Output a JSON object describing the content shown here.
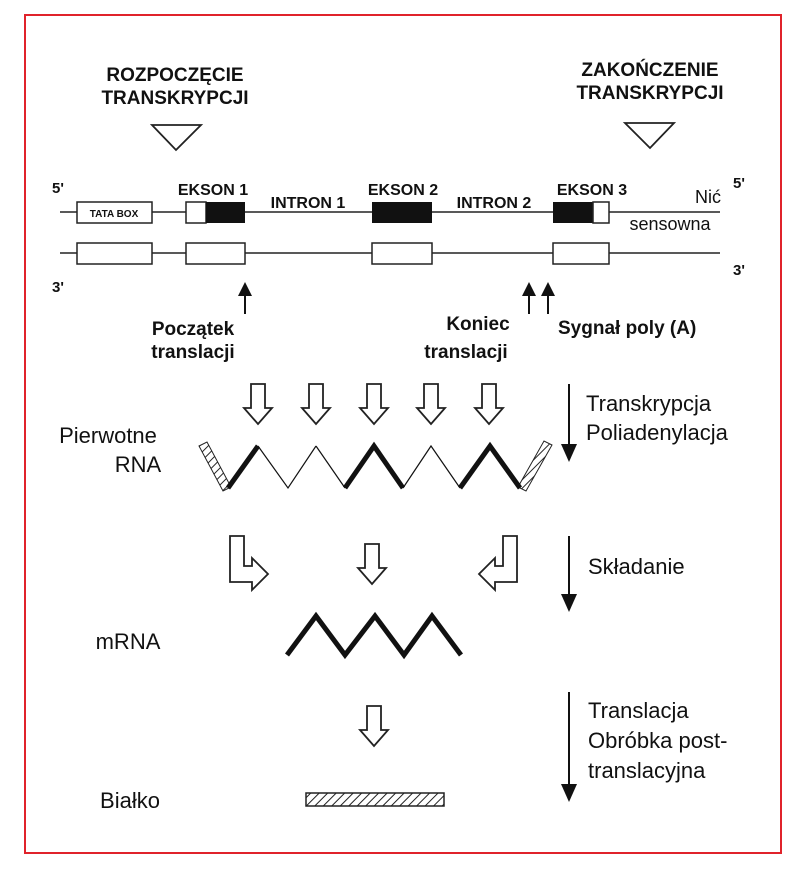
{
  "header": {
    "start_line1": "ROZPOCZĘCIE",
    "start_line2": "TRANSKRYPCJI",
    "end_line1": "ZAKOŃCZENIE",
    "end_line2": "TRANSKRYPCJI"
  },
  "gene": {
    "five_prime_top": "5'",
    "five_prime_right": "5'",
    "three_prime_bottom": "3'",
    "three_prime_right": "3'",
    "tata_box": "TATA BOX",
    "exon1": "EKSON 1",
    "intron1": "INTRON 1",
    "exon2": "EKSON 2",
    "intron2": "INTRON 2",
    "exon3": "EKSON 3",
    "sense_line1": "Nić",
    "sense_line2": "sensowna"
  },
  "markers": {
    "translation_start_line1": "Początek",
    "translation_start_line2": "translacji",
    "translation_end_line1": "Koniec",
    "translation_end_line2": "translacji",
    "poly_a": "Sygnał poly (A)"
  },
  "stages": {
    "primary_rna_line1": "Pierwotne",
    "primary_rna_line2": "RNA",
    "mrna": "mRNA",
    "protein": "Białko"
  },
  "processes": {
    "transcription": "Transkrypcja",
    "polyadenylation": "Poliadenylacja",
    "splicing": "Składanie",
    "translation": "Translacja",
    "post_line1": "Obróbka post-",
    "post_line2": "translacyjna"
  }
}
